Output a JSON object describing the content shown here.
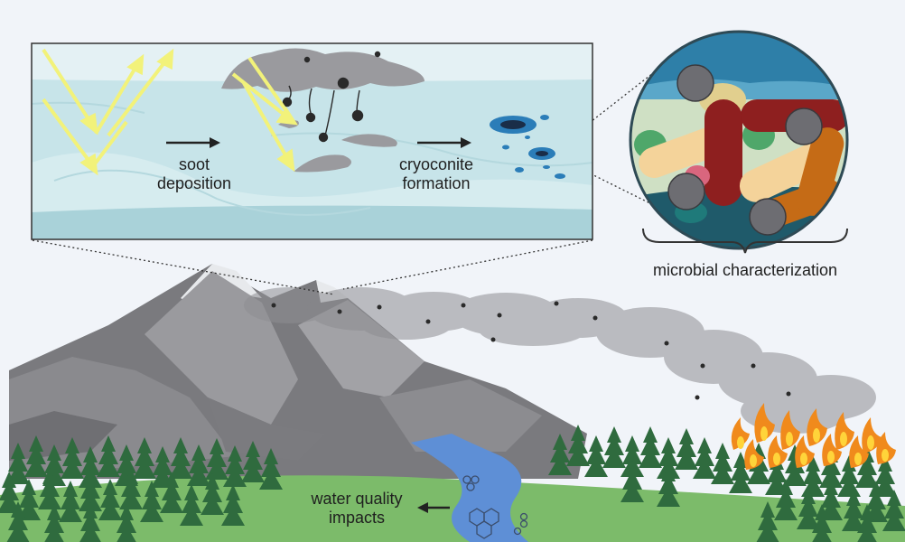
{
  "labels": {
    "soot": [
      "soot",
      "deposition"
    ],
    "cryoconite": [
      "cryoconite",
      "formation"
    ],
    "microbial": "microbial characterization",
    "water": [
      "water quality",
      "impacts"
    ]
  },
  "colors": {
    "background": "#f1f4f9",
    "ice": "#c7e4e9",
    "sky_inset": "#e4f1f4",
    "mountain_dark": "#6f6f73",
    "mountain_mid": "#8e8e92",
    "snow": "#ebedf0",
    "forest": "#2f6b3e",
    "grass": "#7cbb6a",
    "river": "#5e8fd6",
    "smoke": "#8a8a8e",
    "fire_outer": "#f08a1c",
    "fire_inner": "#ffd43a",
    "sunlight": "#f2f27a",
    "circle_edge": "#2e4a55"
  },
  "icons": [
    "sunlight-arrows",
    "soot-particles",
    "cryoconite-holes",
    "bacteria-rods",
    "virus-particles",
    "fire",
    "pah-molecule",
    "forest",
    "smoke-plume"
  ]
}
